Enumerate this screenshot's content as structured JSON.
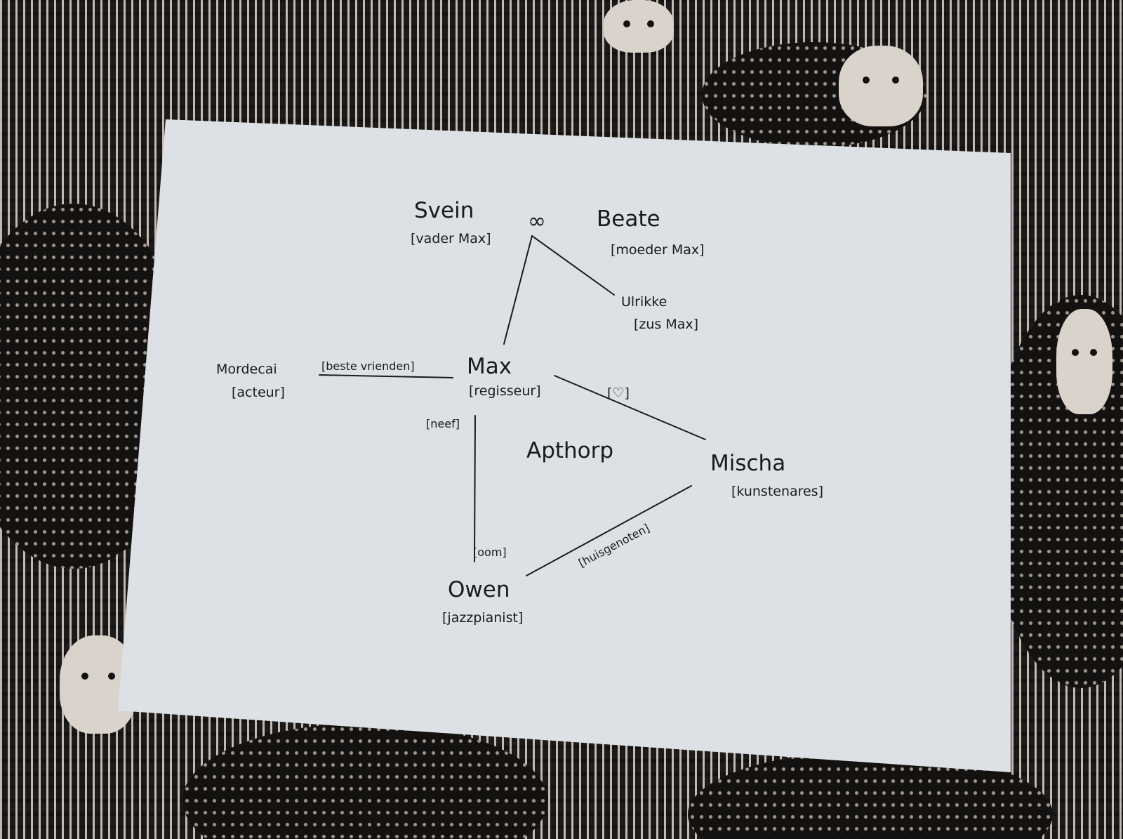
{
  "title": "Apthorp",
  "people": {
    "svein": {
      "name": "Svein",
      "role": "[vader Max]"
    },
    "beate": {
      "name": "Beate",
      "role": "[moeder Max]"
    },
    "ulrikke": {
      "name": "Ulrikke",
      "role": "[zus Max]"
    },
    "max": {
      "name": "Max",
      "role": "[regisseur]"
    },
    "mordecai": {
      "name": "Mordecai",
      "role": "[acteur]"
    },
    "mischa": {
      "name": "Mischa",
      "role": "[kunstenares]"
    },
    "owen": {
      "name": "Owen",
      "role": "[jazzpianist]"
    }
  },
  "relations": {
    "marriage_symbol": "∞",
    "max_mordecai": "[beste vrienden]",
    "max_mischa": "[♡]",
    "max_owen_top": "[neef]",
    "max_owen_bottom": "[oom]",
    "owen_mischa": "[huisgenoten]"
  }
}
